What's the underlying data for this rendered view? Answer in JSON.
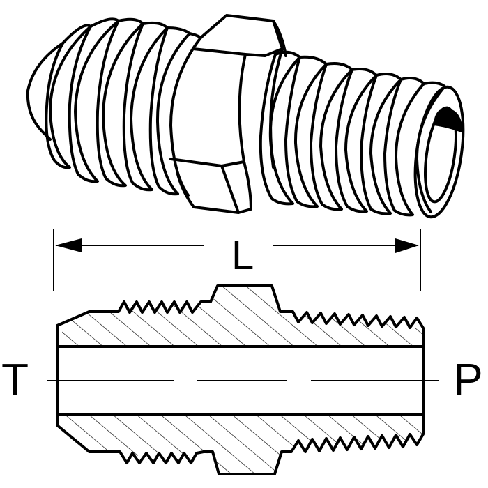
{
  "figure": {
    "subject": "Hex nipple adapter fitting (flare x pipe thread)",
    "colors": {
      "line": "#000000",
      "background": "#ffffff"
    },
    "views": {
      "isometric": {
        "label": "isometric-view"
      },
      "section": {
        "label": "section-view"
      }
    },
    "dimension": {
      "label": "L"
    },
    "ends": {
      "left": "T",
      "right": "P"
    }
  }
}
